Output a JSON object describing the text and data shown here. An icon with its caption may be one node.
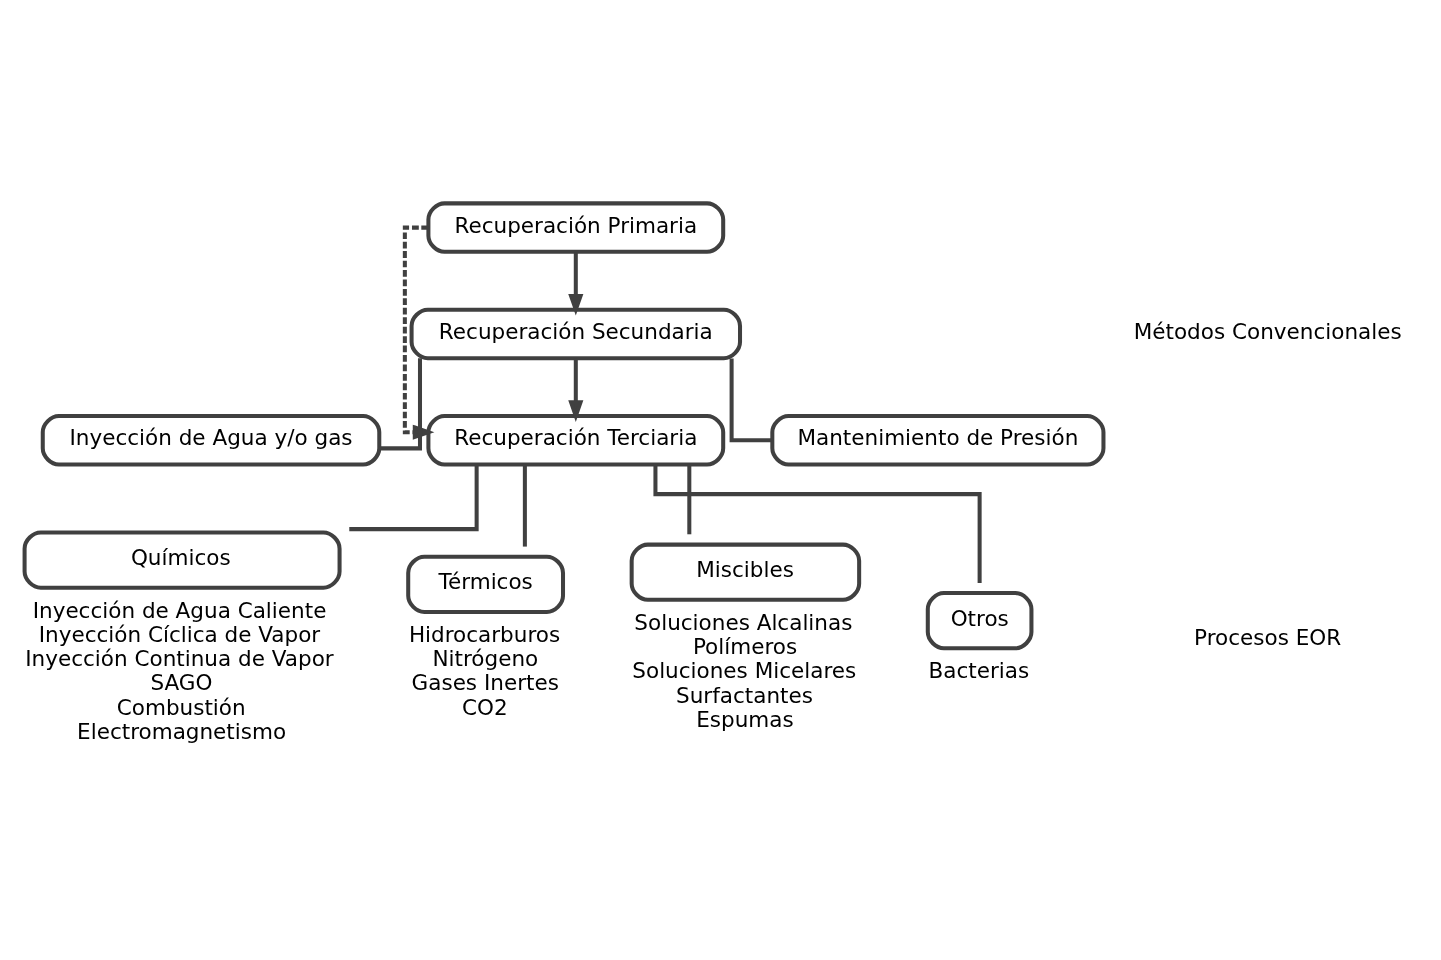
{
  "diagram": {
    "nodes": [
      {
        "text": [
          "Recuperación Primaria"
        ]
      },
      {
        "text": [
          "Recuperación Secundaria"
        ]
      },
      {
        "text": [
          "Inyección de Agua y/o gas"
        ]
      },
      {
        "text": [
          "Recuperación Terciaria"
        ]
      },
      {
        "text": [
          "Mantenimiento de Presión"
        ]
      },
      {
        "text": [
          "Químicos"
        ],
        "beside": [
          "Inyección de Agua Caliente",
          "Inyección Cíclica de Vapor",
          "Inyección Continua de Vapor",
          "SAGO",
          "Combustión",
          "Electromagnetismo"
        ]
      },
      {
        "text": [
          "Térmicos"
        ],
        "beside": [
          "Hidrocarburos",
          "Nitrógeno",
          "Gases Inertes",
          "CO2"
        ]
      },
      {
        "text": [
          "Miscibles"
        ],
        "beside": [
          "Soluciones Alcalinas",
          "Polímeros",
          "Soluciones Micelares",
          "Surfactantes",
          "Espumas"
        ]
      },
      {
        "text": [
          "Otros"
        ],
        "beside": [
          "Bacterias"
        ]
      }
    ],
    "edges": [
      {
        "from": 0,
        "to": 1,
        "arrow": "to"
      },
      {
        "from": 1,
        "to": 2,
        "arrow": "none"
      },
      {
        "from": 1,
        "to": 3,
        "arrow": "to"
      },
      {
        "from": 1,
        "to": 4,
        "arrow": "none"
      },
      {
        "from": 0,
        "to": 3,
        "arrow": "to",
        "style": "dashed"
      },
      {
        "from": 3,
        "to": 5,
        "arrow": "none"
      },
      {
        "from": 3,
        "to": 6,
        "arrow": "none"
      },
      {
        "from": 3,
        "to": 7,
        "arrow": "none"
      },
      {
        "from": 3,
        "to": 8,
        "arrow": "none"
      }
    ],
    "labels": [
      "Métodos Convencionales",
      "Procesos EOR"
    ]
  }
}
